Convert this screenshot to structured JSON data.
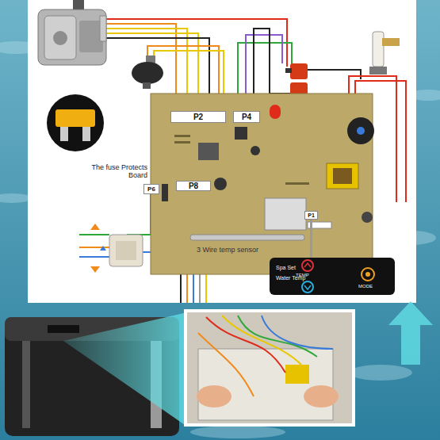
{
  "diagram": {
    "nodes": [
      {
        "text": [
          "P2"
        ]
      },
      {
        "text": [
          "P4"
        ]
      },
      {
        "text": [
          "P6"
        ]
      },
      {
        "text": [
          "P8"
        ]
      },
      {
        "text": [
          "P1"
        ]
      },
      {
        "text": [
          "Spa Set",
          "Water Temp",
          "TEMP",
          "MODE"
        ]
      }
    ],
    "edges": [
      {
        "from": 4,
        "to": 5,
        "arrow": "none"
      }
    ],
    "labels": [
      "The fuse Protects Board",
      "3 Wire temp sensor"
    ]
  }
}
